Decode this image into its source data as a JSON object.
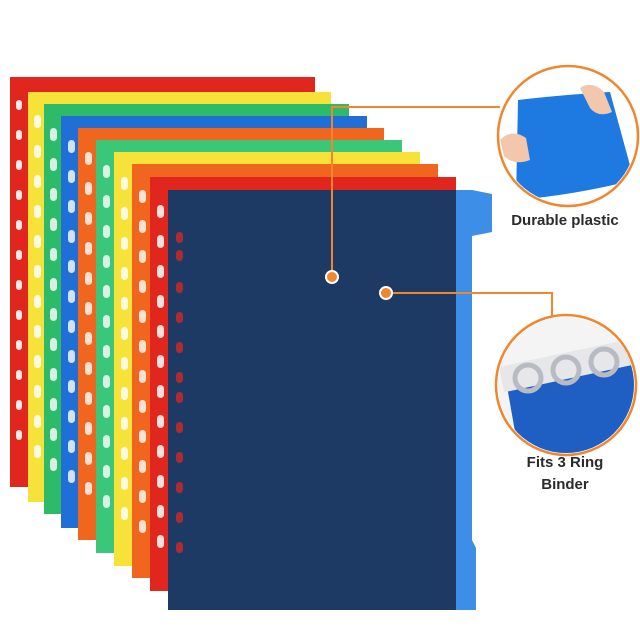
{
  "callouts": {
    "durable": {
      "label": "Durable plastic"
    },
    "binder": {
      "label_line1": "Fits 3 Ring",
      "label_line2": "Binder"
    }
  },
  "colors": {
    "accent_orange": "#f0862e",
    "divider_red": "#e0261d",
    "divider_yellow": "#f7e23a",
    "divider_green": "#2dbb6a",
    "divider_blue": "#1f6fd6",
    "divider_orange": "#f1661f",
    "divider_navy": "#1c3a63",
    "tab_blue": "#3d8ee6"
  },
  "icons": [
    "durable-plastic-photo",
    "ring-binder-photo",
    "pointer-dot"
  ]
}
